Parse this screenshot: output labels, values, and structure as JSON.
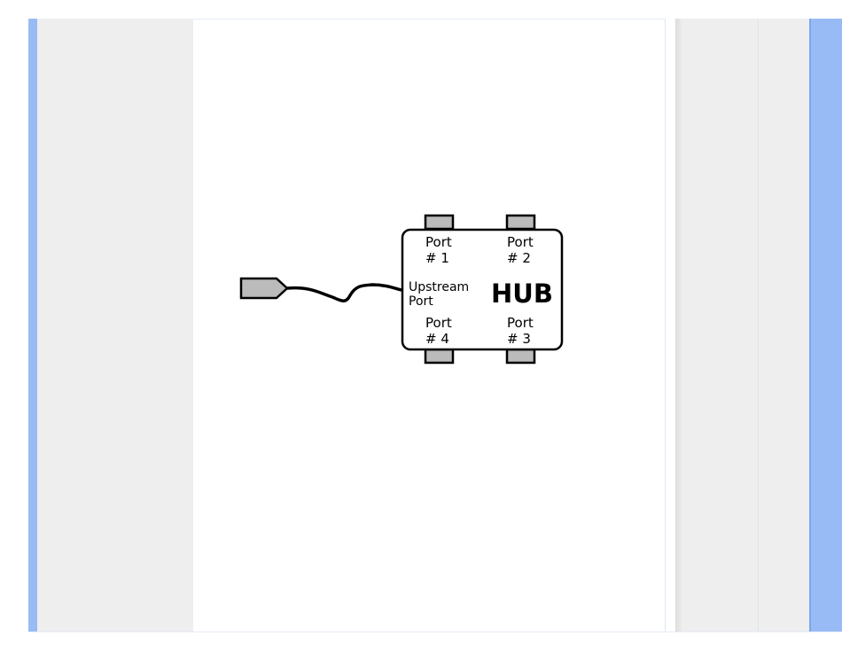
{
  "diagram": {
    "title": "HUB",
    "upstream_line1": "Upstream",
    "upstream_line2": "Port",
    "ports": [
      {
        "label": "Port",
        "number": "# 1"
      },
      {
        "label": "Port",
        "number": "# 2"
      },
      {
        "label": "Port",
        "number": "# 3"
      },
      {
        "label": "Port",
        "number": "# 4"
      }
    ],
    "colors": {
      "connector": "#bbbbbb",
      "accent_blue": "#99bbf5",
      "panel_gray": "#eeeeee"
    }
  }
}
